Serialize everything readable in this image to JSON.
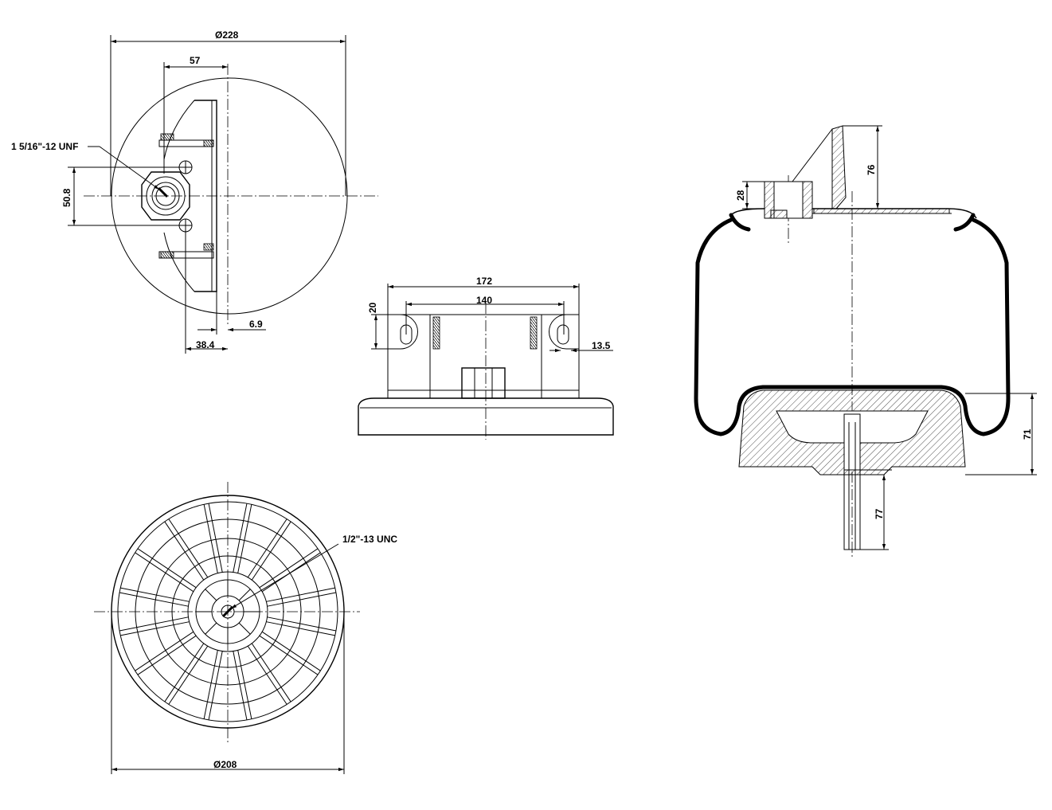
{
  "top_view": {
    "dim_diameter": "Ø228",
    "dim_offset": "57",
    "dim_holes": "50.8",
    "dim_plate": "6.9",
    "dim_bottom": "38.4",
    "thread_label": "1 5/16\"-12 UNF"
  },
  "side_view": {
    "dim_outer": "172",
    "dim_inner": "140",
    "dim_height": "20",
    "dim_hole": "13.5"
  },
  "bottom_view": {
    "dim_diameter": "Ø208",
    "thread_label": "1/2\"-13 UNC"
  },
  "section_view": {
    "dim_top": "28",
    "dim_bracket": "76",
    "dim_piston": "71",
    "dim_stud": "77"
  }
}
